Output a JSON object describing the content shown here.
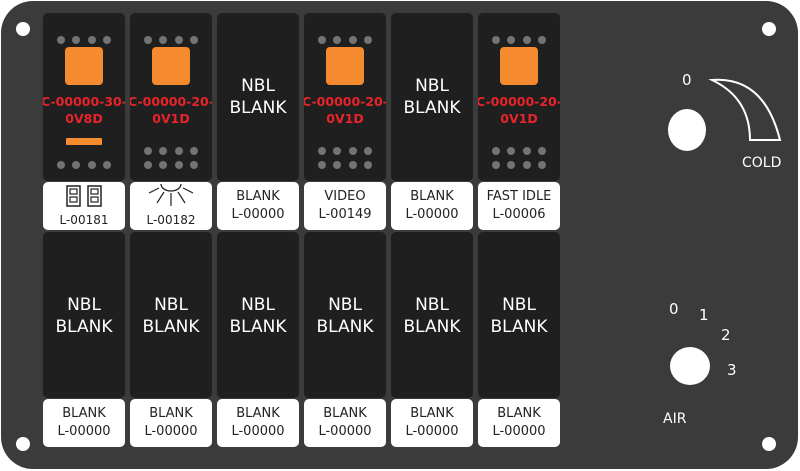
{
  "top_row": [
    {
      "code": "C-00000-30-0V8D",
      "has_lamp": true,
      "has_bar": true,
      "icon": "seat-icon",
      "label_code": "L-00181"
    },
    {
      "code": "C-00000-20-0V1D",
      "has_lamp": true,
      "has_bar": false,
      "icon": "light-beam-icon",
      "label_code": "L-00182"
    },
    {
      "nbl": "NBL BLANK",
      "label_name": "BLANK",
      "label_code": "L-00000"
    },
    {
      "code": "C-00000-20-0V1D",
      "has_lamp": true,
      "has_bar": false,
      "label_name": "VIDEO",
      "label_code": "L-00149"
    },
    {
      "nbl": "NBL BLANK",
      "label_name": "BLANK",
      "label_code": "L-00000"
    },
    {
      "code": "C-00000-20-0V1D",
      "has_lamp": true,
      "has_bar": false,
      "label_name": "FAST IDLE",
      "label_code": "L-00006"
    }
  ],
  "bottom_row": [
    {
      "nbl": "NBL BLANK",
      "label_name": "BLANK",
      "label_code": "L-00000"
    },
    {
      "nbl": "NBL BLANK",
      "label_name": "BLANK",
      "label_code": "L-00000"
    },
    {
      "nbl": "NBL BLANK",
      "label_name": "BLANK",
      "label_code": "L-00000"
    },
    {
      "nbl": "NBL BLANK",
      "label_name": "BLANK",
      "label_code": "L-00000"
    },
    {
      "nbl": "NBL BLANK",
      "label_name": "BLANK",
      "label_code": "L-00000"
    },
    {
      "nbl": "NBL BLANK",
      "label_name": "BLANK",
      "label_code": "L-00000"
    }
  ],
  "temp_knob": {
    "zero": "0",
    "cold": "COLD"
  },
  "air_knob": {
    "p0": "0",
    "p1": "1",
    "p2": "2",
    "p3": "3",
    "label": "AIR"
  },
  "colors": {
    "panel": "#3b3b3b",
    "switch": "#1f1f1f",
    "lamp": "#f58a2e",
    "code_text": "#e8242a"
  }
}
